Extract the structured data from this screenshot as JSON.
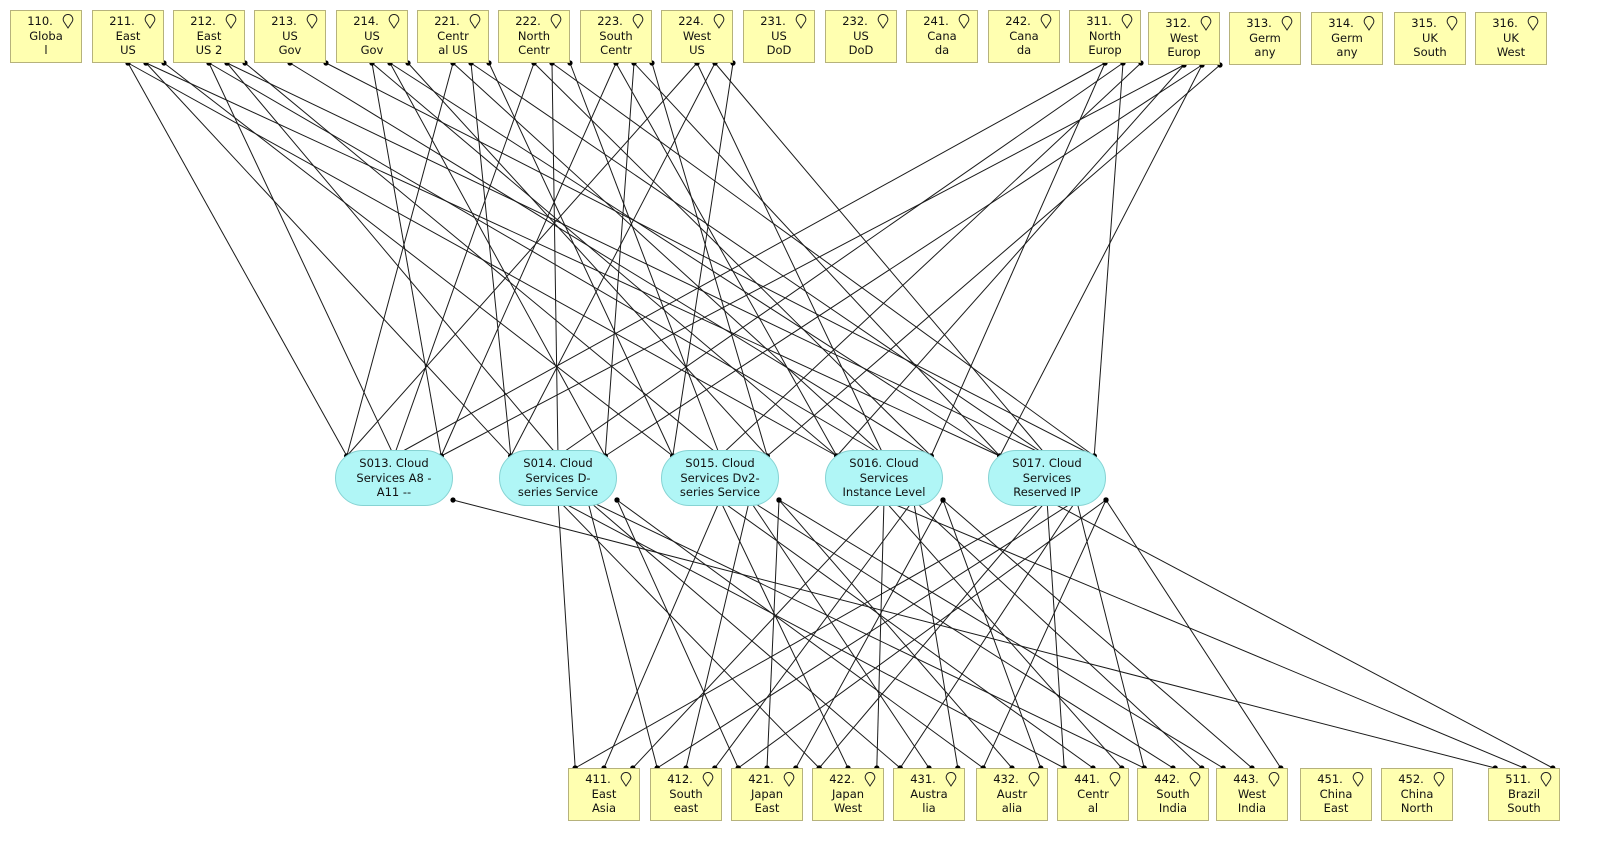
{
  "diagram": {
    "colors": {
      "location_fill": "#ffffb0",
      "location_border": "#b6b27c",
      "service_fill": "#b0f6f6",
      "service_border": "#86d3d3",
      "connector": "#1a1a1a"
    },
    "top_locations": [
      {
        "id": "110",
        "code": "110.",
        "name": "Globa\nl",
        "icon": "location-pin-icon"
      },
      {
        "id": "211",
        "code": "211.",
        "name": "East\nUS",
        "icon": "location-pin-icon"
      },
      {
        "id": "212",
        "code": "212.",
        "name": "East\nUS 2",
        "icon": "location-pin-icon"
      },
      {
        "id": "213",
        "code": "213.",
        "name": "US\nGov",
        "icon": "location-pin-icon"
      },
      {
        "id": "214",
        "code": "214.",
        "name": "US\nGov",
        "icon": "location-pin-icon"
      },
      {
        "id": "221",
        "code": "221.",
        "name": "Centr\nal US",
        "icon": "location-pin-icon"
      },
      {
        "id": "222",
        "code": "222.",
        "name": "North\nCentr",
        "icon": "location-pin-icon"
      },
      {
        "id": "223",
        "code": "223.",
        "name": "South\nCentr",
        "icon": "location-pin-icon"
      },
      {
        "id": "224",
        "code": "224.",
        "name": "West\nUS",
        "icon": "location-pin-icon"
      },
      {
        "id": "231",
        "code": "231.",
        "name": "US\nDoD",
        "icon": "location-pin-icon"
      },
      {
        "id": "232",
        "code": "232.",
        "name": "US\nDoD",
        "icon": "location-pin-icon"
      },
      {
        "id": "241",
        "code": "241.",
        "name": "Cana\nda",
        "icon": "location-pin-icon"
      },
      {
        "id": "242",
        "code": "242.",
        "name": "Cana\nda",
        "icon": "location-pin-icon"
      },
      {
        "id": "311",
        "code": "311.",
        "name": "North\nEurop",
        "icon": "location-pin-icon"
      },
      {
        "id": "312",
        "code": "312.",
        "name": "West\nEurop",
        "icon": "location-pin-icon"
      },
      {
        "id": "313",
        "code": "313.",
        "name": "Germ\nany",
        "icon": "location-pin-icon"
      },
      {
        "id": "314",
        "code": "314.",
        "name": "Germ\nany",
        "icon": "location-pin-icon"
      },
      {
        "id": "315",
        "code": "315.",
        "name": "UK\nSouth",
        "icon": "location-pin-icon"
      },
      {
        "id": "316",
        "code": "316.",
        "name": "UK\nWest",
        "icon": "location-pin-icon"
      }
    ],
    "services": [
      {
        "id": "S013",
        "label": "S013. Cloud\nServices A8 -\nA11 --"
      },
      {
        "id": "S014",
        "label": "S014. Cloud\nServices D-\nseries Service"
      },
      {
        "id": "S015",
        "label": "S015. Cloud\nServices Dv2-\nseries Service"
      },
      {
        "id": "S016",
        "label": "S016. Cloud\nServices\nInstance Level"
      },
      {
        "id": "S017",
        "label": "S017. Cloud\nServices\nReserved IP"
      }
    ],
    "bottom_locations": [
      {
        "id": "411",
        "code": "411.",
        "name": "East\nAsia",
        "icon": "location-pin-icon"
      },
      {
        "id": "412",
        "code": "412.",
        "name": "South\neast",
        "icon": "location-pin-icon"
      },
      {
        "id": "421",
        "code": "421.",
        "name": "Japan\nEast",
        "icon": "location-pin-icon"
      },
      {
        "id": "422",
        "code": "422.",
        "name": "Japan\nWest",
        "icon": "location-pin-icon"
      },
      {
        "id": "431",
        "code": "431.",
        "name": "Austra\nlia",
        "icon": "location-pin-icon"
      },
      {
        "id": "432",
        "code": "432.",
        "name": "Austr\nalia",
        "icon": "location-pin-icon"
      },
      {
        "id": "441",
        "code": "441.",
        "name": "Centr\nal",
        "icon": "location-pin-icon"
      },
      {
        "id": "442",
        "code": "442.",
        "name": "South\nIndia",
        "icon": "location-pin-icon"
      },
      {
        "id": "443",
        "code": "443.",
        "name": "West\nIndia",
        "icon": "location-pin-icon"
      },
      {
        "id": "451",
        "code": "451.",
        "name": "China\nEast",
        "icon": "location-pin-icon"
      },
      {
        "id": "452",
        "code": "452.",
        "name": "China\nNorth",
        "icon": "location-pin-icon"
      },
      {
        "id": "511",
        "code": "511.",
        "name": "Brazil\nSouth",
        "icon": "location-pin-icon"
      }
    ],
    "connections": [
      [
        "211",
        "S013"
      ],
      [
        "211",
        "S014"
      ],
      [
        "211",
        "S015"
      ],
      [
        "211",
        "S016"
      ],
      [
        "211",
        "S017"
      ],
      [
        "212",
        "S013"
      ],
      [
        "212",
        "S014"
      ],
      [
        "212",
        "S015"
      ],
      [
        "212",
        "S016"
      ],
      [
        "212",
        "S017"
      ],
      [
        "213",
        "S016"
      ],
      [
        "213",
        "S017"
      ],
      [
        "214",
        "S013"
      ],
      [
        "214",
        "S014"
      ],
      [
        "214",
        "S015"
      ],
      [
        "214",
        "S016"
      ],
      [
        "214",
        "S017"
      ],
      [
        "221",
        "S013"
      ],
      [
        "221",
        "S014"
      ],
      [
        "221",
        "S015"
      ],
      [
        "221",
        "S016"
      ],
      [
        "221",
        "S017"
      ],
      [
        "222",
        "S013"
      ],
      [
        "222",
        "S014"
      ],
      [
        "222",
        "S015"
      ],
      [
        "222",
        "S016"
      ],
      [
        "222",
        "S017"
      ],
      [
        "223",
        "S013"
      ],
      [
        "223",
        "S014"
      ],
      [
        "223",
        "S015"
      ],
      [
        "223",
        "S016"
      ],
      [
        "223",
        "S017"
      ],
      [
        "224",
        "S013"
      ],
      [
        "224",
        "S014"
      ],
      [
        "224",
        "S015"
      ],
      [
        "224",
        "S016"
      ],
      [
        "224",
        "S017"
      ],
      [
        "311",
        "S013"
      ],
      [
        "311",
        "S014"
      ],
      [
        "311",
        "S015"
      ],
      [
        "311",
        "S016"
      ],
      [
        "311",
        "S017"
      ],
      [
        "312",
        "S013"
      ],
      [
        "312",
        "S014"
      ],
      [
        "312",
        "S015"
      ],
      [
        "312",
        "S016"
      ],
      [
        "312",
        "S017"
      ],
      [
        "S013",
        "511"
      ],
      [
        "S014",
        "411"
      ],
      [
        "S014",
        "412"
      ],
      [
        "S014",
        "421"
      ],
      [
        "S014",
        "422"
      ],
      [
        "S014",
        "431"
      ],
      [
        "S014",
        "432"
      ],
      [
        "S014",
        "441"
      ],
      [
        "S014",
        "442"
      ],
      [
        "S015",
        "411"
      ],
      [
        "S015",
        "412"
      ],
      [
        "S015",
        "421"
      ],
      [
        "S015",
        "422"
      ],
      [
        "S015",
        "431"
      ],
      [
        "S015",
        "432"
      ],
      [
        "S015",
        "441"
      ],
      [
        "S015",
        "442"
      ],
      [
        "S015",
        "443"
      ],
      [
        "S016",
        "411"
      ],
      [
        "S016",
        "412"
      ],
      [
        "S016",
        "421"
      ],
      [
        "S016",
        "422"
      ],
      [
        "S016",
        "431"
      ],
      [
        "S016",
        "432"
      ],
      [
        "S016",
        "441"
      ],
      [
        "S016",
        "442"
      ],
      [
        "S016",
        "443"
      ],
      [
        "S016",
        "511"
      ],
      [
        "S017",
        "411"
      ],
      [
        "S017",
        "412"
      ],
      [
        "S017",
        "421"
      ],
      [
        "S017",
        "422"
      ],
      [
        "S017",
        "431"
      ],
      [
        "S017",
        "432"
      ],
      [
        "S017",
        "441"
      ],
      [
        "S017",
        "442"
      ],
      [
        "S017",
        "443"
      ],
      [
        "S017",
        "511"
      ]
    ]
  }
}
